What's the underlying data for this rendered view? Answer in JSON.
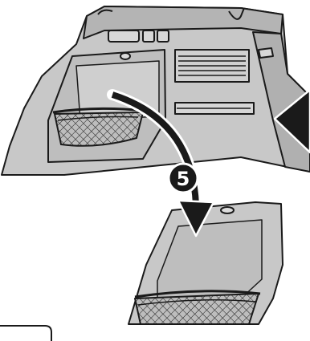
{
  "diagram": {
    "step_number": "5",
    "colors": {
      "panel": "#c8c8c8",
      "panel_shadow": "#9e9e9e",
      "outline": "#1a1a1a",
      "arrow_fill": "#1a1a1a",
      "arrow_outline": "#ffffff",
      "background": "#ffffff"
    },
    "parts": [
      "cargo-side-trim-panel",
      "storage-net",
      "detached-cover-panel",
      "removal-arrow",
      "view-direction-arrow",
      "step-badge"
    ]
  }
}
